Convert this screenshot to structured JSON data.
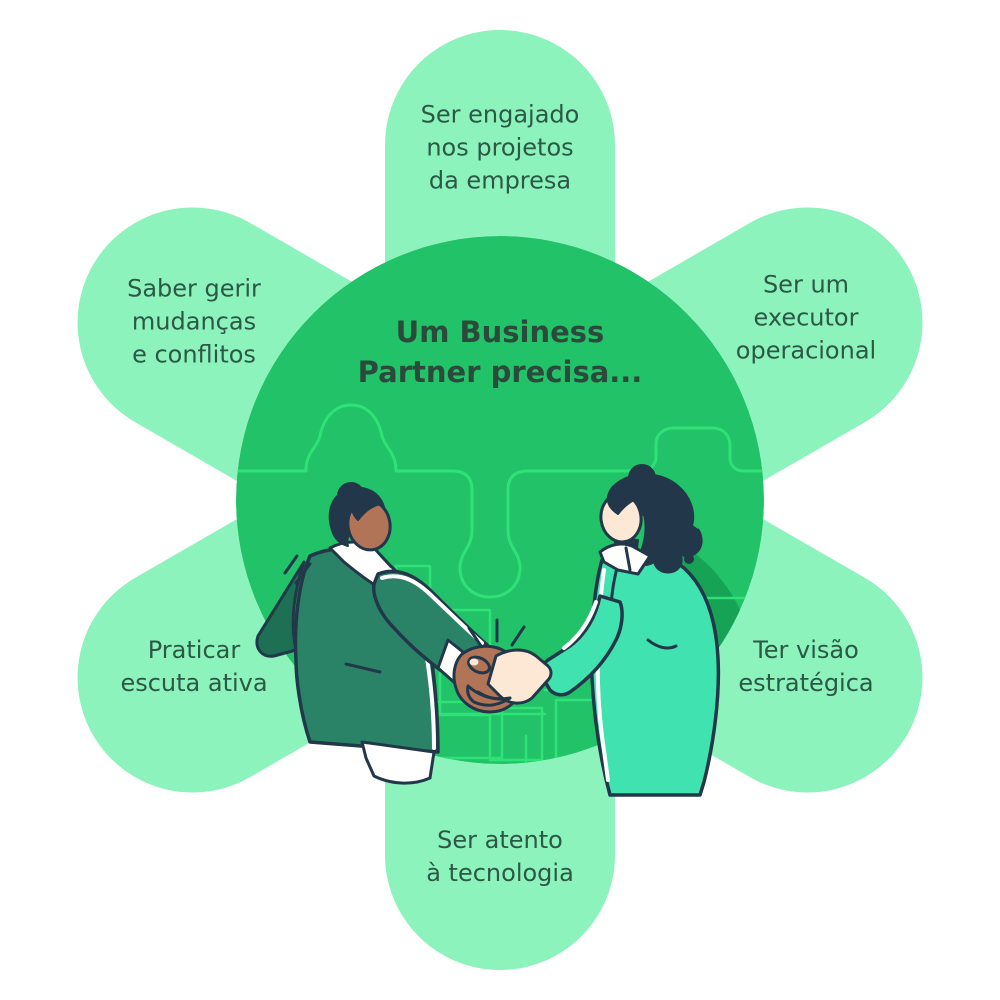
{
  "title": {
    "lines": [
      "Um Business",
      "Partner precisa..."
    ]
  },
  "petals": [
    {
      "id": "top",
      "lines": [
        "Ser engajado",
        "nos projetos",
        "da empresa"
      ]
    },
    {
      "id": "top-left",
      "lines": [
        "Saber gerir",
        "mudanças",
        "e conflitos"
      ]
    },
    {
      "id": "top-right",
      "lines": [
        "Ser um",
        "executor",
        "operacional"
      ]
    },
    {
      "id": "bottom-left",
      "lines": [
        "Praticar",
        "escuta ativa"
      ]
    },
    {
      "id": "bottom-right",
      "lines": [
        "Ter visão",
        "estratégica"
      ]
    },
    {
      "id": "bottom",
      "lines": [
        "Ser atento",
        "à tecnologia"
      ]
    }
  ],
  "illustration": {
    "subject": "Two business partners shaking hands",
    "background_motifs": [
      "jigsaw puzzle outlines",
      "circuit blocks"
    ]
  },
  "colors": {
    "petal": "#8cf3bc",
    "circle": "#22c268",
    "circle_shadow": "#17a355",
    "outline_green": "#2fe276",
    "ink": "#22384a",
    "text": "#2c5846",
    "title": "#2b4a3c",
    "man_suit": "#2b8367",
    "man_suit_dark": "#1d7054",
    "man_skin": "#b27457",
    "woman_suit": "#40e2af",
    "woman_skin": "#fce8d4"
  }
}
